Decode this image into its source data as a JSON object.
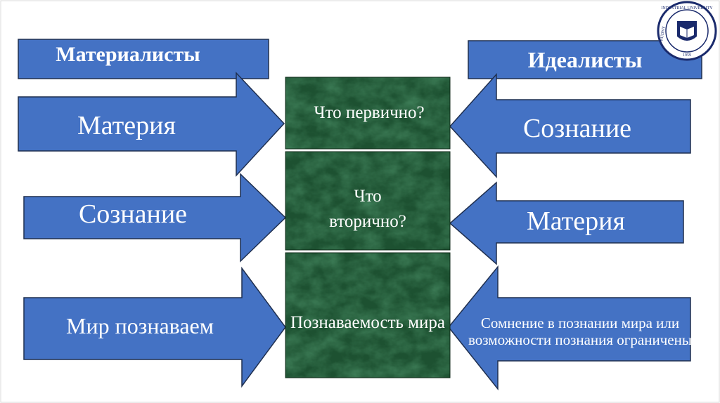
{
  "headers": {
    "left": "Материалисты",
    "right": "Идеалисты"
  },
  "left_arrows": [
    {
      "label": "Материя"
    },
    {
      "label": "Сознание"
    },
    {
      "label": "Мир познаваем"
    }
  ],
  "right_arrows": [
    {
      "label": "Сознание"
    },
    {
      "label": "Материя"
    },
    {
      "label": "Сомнение в познании мира или возможности познания ограничены"
    }
  ],
  "center": [
    {
      "label": "Что первично?"
    },
    {
      "label": "Что вторично?"
    },
    {
      "label": "Познаваемость мира"
    }
  ],
  "logo": {
    "top_text": "INDUSTRIAL UNIVERSITY",
    "left_text": "RUDNY",
    "year": "1959"
  },
  "colors": {
    "arrow_fill": "#4472c4",
    "arrow_stroke": "#1f2f4f",
    "marble_base": "#1f5a34",
    "marble_vein": "#5fa877",
    "logo_navy": "#1a2a6c"
  }
}
